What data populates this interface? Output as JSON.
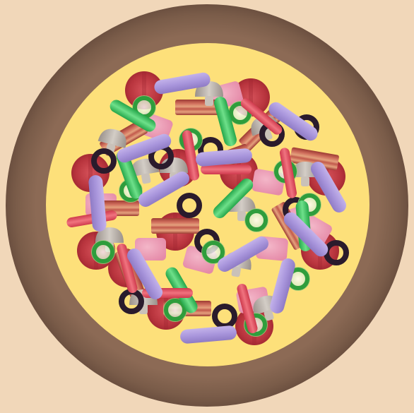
{
  "scene": {
    "background_color": "#f1d7b9",
    "crust_color": "#7a5c49",
    "crust_inner_color": "#8c6a55",
    "cheese_color": "#fde07a"
  },
  "toppings": {
    "pepperoni": {
      "count": 12,
      "colors": [
        "#b8343d",
        "#d6525a",
        "#9e2630"
      ]
    },
    "bacon": {
      "count": 10,
      "colors": [
        "#9d3b33",
        "#d06e5c",
        "#e4a17d"
      ]
    },
    "ham": {
      "count": 10,
      "colors": [
        "#e58aa8",
        "#f3b6c8"
      ]
    },
    "mushroom": {
      "count": 11,
      "colors": [
        "#9a918b",
        "#d3cdc6"
      ]
    },
    "green_pepper_strip": {
      "count": 6,
      "colors": [
        "#25a64a",
        "#6ee08a"
      ]
    },
    "green_pepper_ring": {
      "count": 11,
      "colors": [
        "#2f9d3c",
        "#ffffff"
      ]
    },
    "black_olive": {
      "count": 11,
      "colors": [
        "#2a1b2c",
        "#3b2840"
      ]
    },
    "onion": {
      "count": 13,
      "colors": [
        "#8f7bc5",
        "#c3b2ea"
      ]
    },
    "red_pepper": {
      "count": 8,
      "colors": [
        "#cf3a4d",
        "#f0737f"
      ]
    }
  }
}
